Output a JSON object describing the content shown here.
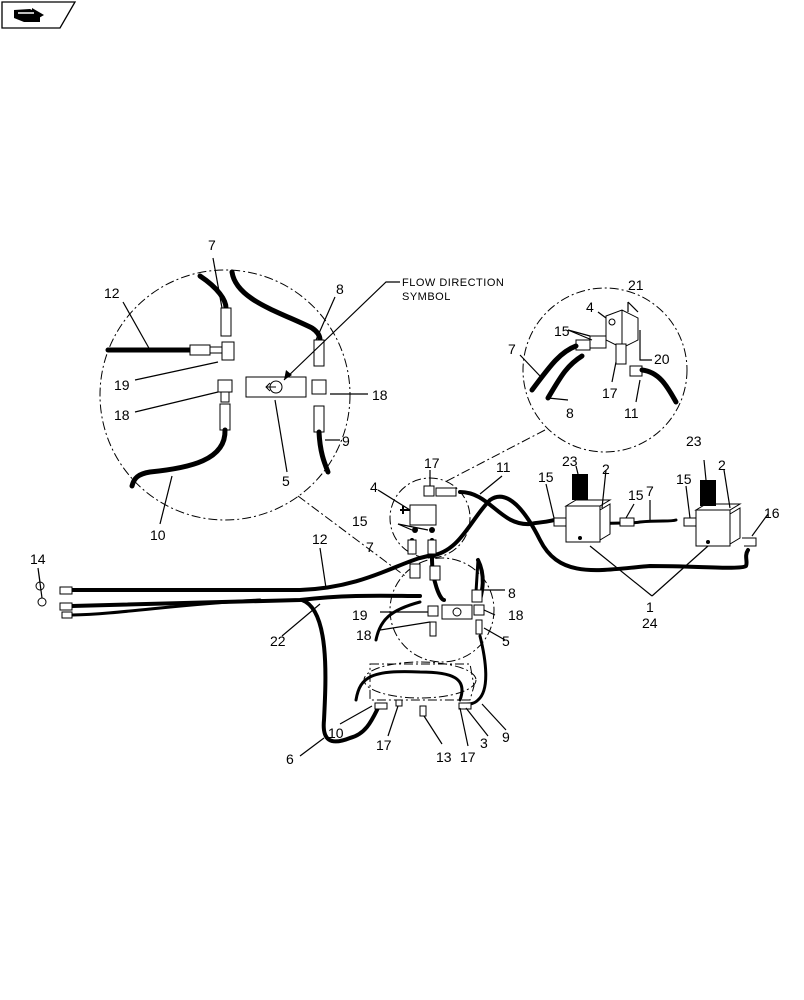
{
  "nav_icon": "book-arrow-icon",
  "note": {
    "line1": "FLOW DIRECTION",
    "line2": "SYMBOL"
  },
  "callouts": [
    "1",
    "2",
    "3",
    "4",
    "5",
    "6",
    "7",
    "8",
    "9",
    "10",
    "11",
    "12",
    "13",
    "14",
    "15",
    "16",
    "17",
    "18",
    "19",
    "20",
    "21",
    "22",
    "23",
    "24"
  ]
}
